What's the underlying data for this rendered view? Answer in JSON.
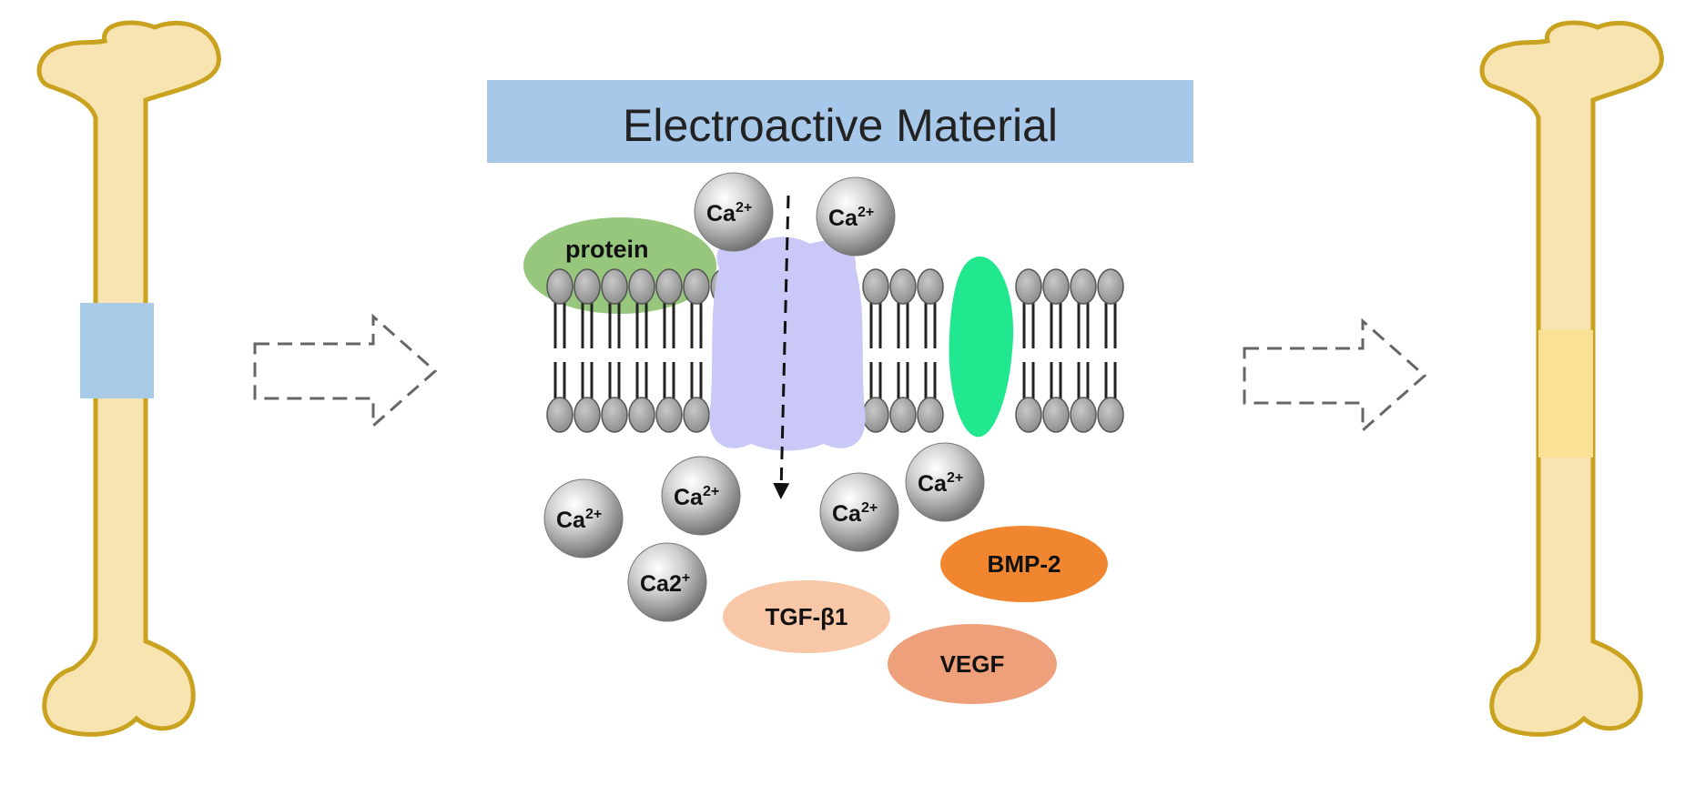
{
  "title": "Electroactive Material",
  "protein_label": "protein",
  "ions": [
    {
      "base": "Ca",
      "sup": "2+"
    },
    {
      "base": "Ca",
      "sup": "2+"
    },
    {
      "base": "Ca",
      "sup": "2+"
    },
    {
      "base": "Ca",
      "sup": "2+"
    },
    {
      "base": "Ca2",
      "sup": "+"
    },
    {
      "base": "Ca",
      "sup": "2+"
    },
    {
      "base": "Ca",
      "sup": "2+"
    }
  ],
  "factors": [
    {
      "label": "BMP-2",
      "color": "#f0862f"
    },
    {
      "label": "TGF-β1",
      "color": "#f7c7a8"
    },
    {
      "label": "VEGF",
      "color": "#eda07a"
    }
  ],
  "colors": {
    "bone_fill": "#f7e4b0",
    "bone_outline": "#c9a21f",
    "defect_fill": "#a9cbe8",
    "healed_fill": "#fbe196",
    "title_bar": "#a7c8e8",
    "protein_fill": "#97c77d",
    "channel_fill": "#c9c8f7",
    "green_protein": "#21e88e",
    "lipid_head": "#9e9e9e"
  },
  "icons": [
    "bone-defect",
    "dashed-arrow",
    "lipid-bilayer",
    "ion-channel",
    "bone-healed"
  ]
}
